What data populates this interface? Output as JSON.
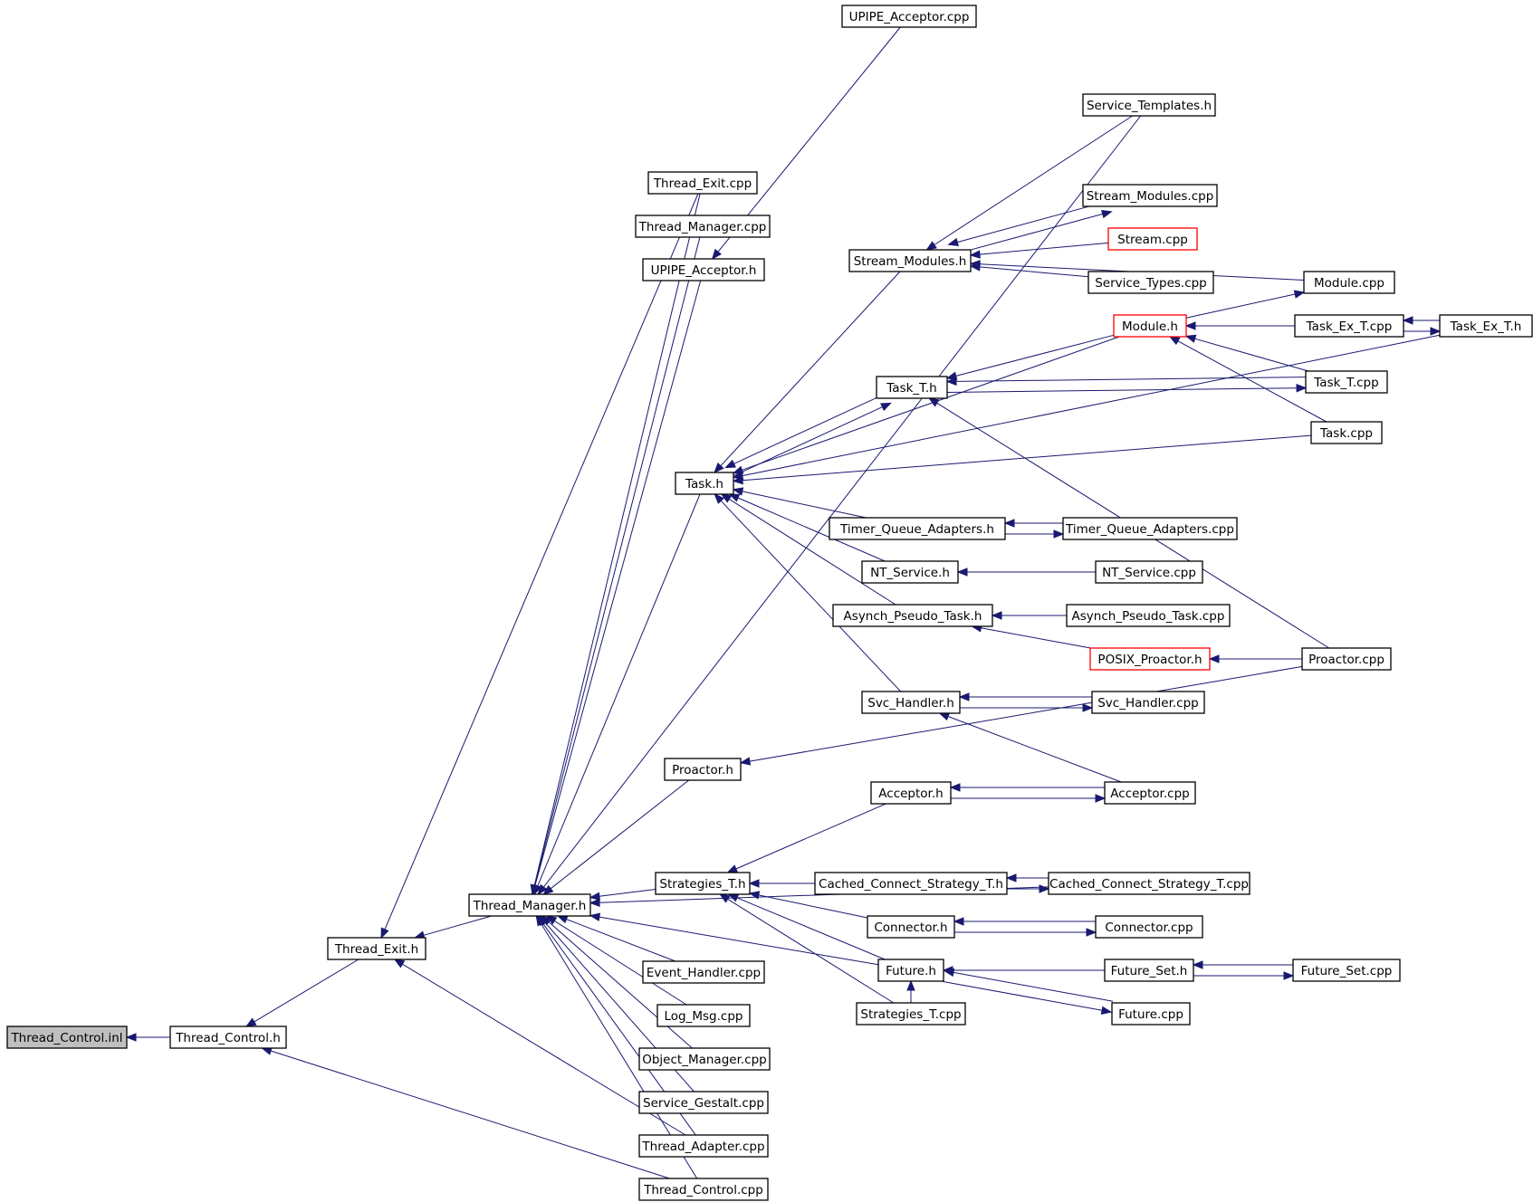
{
  "title": "",
  "nodes": [
    {
      "id": "thread_control_inl",
      "label": "Thread_Control.inl",
      "root": true
    },
    {
      "id": "thread_control_h",
      "label": "Thread_Control.h"
    },
    {
      "id": "thread_exit_h",
      "label": "Thread_Exit.h"
    },
    {
      "id": "thread_manager_h",
      "label": "Thread_Manager.h"
    },
    {
      "id": "thread_exit_cpp",
      "label": "Thread_Exit.cpp"
    },
    {
      "id": "thread_manager_cpp",
      "label": "Thread_Manager.cpp"
    },
    {
      "id": "upipe_acceptor_h",
      "label": "UPIPE_Acceptor.h"
    },
    {
      "id": "upipe_acceptor_cpp",
      "label": "UPIPE_Acceptor.cpp"
    },
    {
      "id": "task_h",
      "label": "Task.h"
    },
    {
      "id": "proactor_h",
      "label": "Proactor.h"
    },
    {
      "id": "strategies_t_h",
      "label": "Strategies_T.h"
    },
    {
      "id": "event_handler_cpp",
      "label": "Event_Handler.cpp"
    },
    {
      "id": "log_msg_cpp",
      "label": "Log_Msg.cpp"
    },
    {
      "id": "object_manager_cpp",
      "label": "Object_Manager.cpp"
    },
    {
      "id": "service_gestalt_cpp",
      "label": "Service_Gestalt.cpp"
    },
    {
      "id": "thread_adapter_cpp",
      "label": "Thread_Adapter.cpp"
    },
    {
      "id": "thread_control_cpp",
      "label": "Thread_Control.cpp"
    },
    {
      "id": "stream_modules_h",
      "label": "Stream_Modules.h"
    },
    {
      "id": "task_t_h",
      "label": "Task_T.h"
    },
    {
      "id": "timer_queue_adapters_h",
      "label": "Timer_Queue_Adapters.h"
    },
    {
      "id": "nt_service_h",
      "label": "NT_Service.h"
    },
    {
      "id": "asynch_pseudo_task_h",
      "label": "Asynch_Pseudo_Task.h"
    },
    {
      "id": "svc_handler_h",
      "label": "Svc_Handler.h"
    },
    {
      "id": "acceptor_h",
      "label": "Acceptor.h"
    },
    {
      "id": "cached_connect_strategy_t_h",
      "label": "Cached_Connect_Strategy_T.h"
    },
    {
      "id": "connector_h",
      "label": "Connector.h"
    },
    {
      "id": "future_h",
      "label": "Future.h"
    },
    {
      "id": "strategies_t_cpp",
      "label": "Strategies_T.cpp"
    },
    {
      "id": "service_templates_h",
      "label": "Service_Templates.h"
    },
    {
      "id": "stream_modules_cpp",
      "label": "Stream_Modules.cpp"
    },
    {
      "id": "stream_cpp",
      "label": "Stream.cpp",
      "truncated": true
    },
    {
      "id": "service_types_cpp",
      "label": "Service_Types.cpp"
    },
    {
      "id": "module_h",
      "label": "Module.h",
      "truncated": true
    },
    {
      "id": "task_t_cpp",
      "label": "Task_T.cpp"
    },
    {
      "id": "task_cpp",
      "label": "Task.cpp"
    },
    {
      "id": "timer_queue_adapters_cpp",
      "label": "Timer_Queue_Adapters.cpp"
    },
    {
      "id": "nt_service_cpp",
      "label": "NT_Service.cpp"
    },
    {
      "id": "asynch_pseudo_task_cpp",
      "label": "Asynch_Pseudo_Task.cpp"
    },
    {
      "id": "posix_proactor_h",
      "label": "POSIX_Proactor.h",
      "truncated": true
    },
    {
      "id": "svc_handler_cpp",
      "label": "Svc_Handler.cpp"
    },
    {
      "id": "acceptor_cpp",
      "label": "Acceptor.cpp"
    },
    {
      "id": "cached_connect_strategy_t_cpp",
      "label": "Cached_Connect_Strategy_T.cpp"
    },
    {
      "id": "connector_cpp",
      "label": "Connector.cpp"
    },
    {
      "id": "future_set_h",
      "label": "Future_Set.h"
    },
    {
      "id": "future_cpp",
      "label": "Future.cpp"
    },
    {
      "id": "module_cpp",
      "label": "Module.cpp"
    },
    {
      "id": "task_ex_t_cpp",
      "label": "Task_Ex_T.cpp"
    },
    {
      "id": "task_ex_t_h",
      "label": "Task_Ex_T.h"
    },
    {
      "id": "proactor_cpp",
      "label": "Proactor.cpp"
    },
    {
      "id": "future_set_cpp",
      "label": "Future_Set.cpp"
    }
  ],
  "edges": [
    {
      "from": "thread_control_h",
      "to": "thread_control_inl"
    },
    {
      "from": "thread_exit_h",
      "to": "thread_control_h"
    },
    {
      "from": "thread_control_cpp",
      "to": "thread_control_h"
    },
    {
      "from": "thread_manager_h",
      "to": "thread_exit_h"
    },
    {
      "from": "thread_exit_cpp",
      "to": "thread_exit_h"
    },
    {
      "from": "thread_adapter_cpp",
      "to": "thread_exit_h"
    },
    {
      "from": "thread_exit_cpp",
      "to": "thread_manager_h"
    },
    {
      "from": "thread_manager_cpp",
      "to": "thread_manager_h"
    },
    {
      "from": "upipe_acceptor_h",
      "to": "thread_manager_h"
    },
    {
      "from": "task_h",
      "to": "thread_manager_h"
    },
    {
      "from": "service_templates_h",
      "to": "thread_manager_h"
    },
    {
      "from": "proactor_h",
      "to": "thread_manager_h"
    },
    {
      "from": "strategies_t_h",
      "to": "thread_manager_h"
    },
    {
      "from": "cached_connect_strategy_t_cpp",
      "to": "thread_manager_h"
    },
    {
      "from": "future_h",
      "to": "thread_manager_h"
    },
    {
      "from": "event_handler_cpp",
      "to": "thread_manager_h"
    },
    {
      "from": "log_msg_cpp",
      "to": "thread_manager_h"
    },
    {
      "from": "object_manager_cpp",
      "to": "thread_manager_h"
    },
    {
      "from": "service_gestalt_cpp",
      "to": "thread_manager_h"
    },
    {
      "from": "thread_adapter_cpp",
      "to": "thread_manager_h"
    },
    {
      "from": "thread_control_cpp",
      "to": "thread_manager_h"
    },
    {
      "from": "upipe_acceptor_cpp",
      "to": "upipe_acceptor_h"
    },
    {
      "from": "stream_modules_h",
      "to": "task_h"
    },
    {
      "from": "task_t_h",
      "to": "task_h"
    },
    {
      "from": "task_ex_t_h",
      "to": "task_h"
    },
    {
      "from": "module_h",
      "to": "task_h"
    },
    {
      "from": "task_cpp",
      "to": "task_h"
    },
    {
      "from": "timer_queue_adapters_h",
      "to": "task_h"
    },
    {
      "from": "nt_service_h",
      "to": "task_h"
    },
    {
      "from": "asynch_pseudo_task_h",
      "to": "task_h"
    },
    {
      "from": "svc_handler_h",
      "to": "task_h"
    },
    {
      "from": "service_templates_h",
      "to": "stream_modules_h"
    },
    {
      "from": "stream_modules_cpp",
      "to": "stream_modules_h"
    },
    {
      "from": "stream_cpp",
      "to": "stream_modules_h"
    },
    {
      "from": "service_types_cpp",
      "to": "stream_modules_h"
    },
    {
      "from": "module_cpp",
      "to": "stream_modules_h"
    },
    {
      "from": "stream_modules_h",
      "to": "stream_modules_cpp"
    },
    {
      "from": "module_h",
      "to": "task_t_h"
    },
    {
      "from": "task_t_cpp",
      "to": "task_t_h"
    },
    {
      "from": "proactor_cpp",
      "to": "task_t_h"
    },
    {
      "from": "task_h",
      "to": "task_t_h"
    },
    {
      "from": "task_t_h",
      "to": "task_t_cpp"
    },
    {
      "from": "task_ex_t_cpp",
      "to": "module_h"
    },
    {
      "from": "task_t_cpp",
      "to": "module_h"
    },
    {
      "from": "task_cpp",
      "to": "module_h"
    },
    {
      "from": "module_h",
      "to": "module_cpp"
    },
    {
      "from": "task_ex_t_h",
      "to": "task_ex_t_cpp"
    },
    {
      "from": "task_ex_t_cpp",
      "to": "task_ex_t_h"
    },
    {
      "from": "timer_queue_adapters_cpp",
      "to": "timer_queue_adapters_h"
    },
    {
      "from": "timer_queue_adapters_h",
      "to": "timer_queue_adapters_cpp"
    },
    {
      "from": "nt_service_cpp",
      "to": "nt_service_h"
    },
    {
      "from": "asynch_pseudo_task_cpp",
      "to": "asynch_pseudo_task_h"
    },
    {
      "from": "posix_proactor_h",
      "to": "asynch_pseudo_task_h"
    },
    {
      "from": "proactor_cpp",
      "to": "posix_proactor_h"
    },
    {
      "from": "svc_handler_cpp",
      "to": "svc_handler_h"
    },
    {
      "from": "acceptor_cpp",
      "to": "svc_handler_h"
    },
    {
      "from": "svc_handler_h",
      "to": "svc_handler_cpp"
    },
    {
      "from": "proactor_cpp",
      "to": "proactor_h"
    },
    {
      "from": "acceptor_h",
      "to": "strategies_t_h"
    },
    {
      "from": "cached_connect_strategy_t_h",
      "to": "strategies_t_h"
    },
    {
      "from": "connector_h",
      "to": "strategies_t_h"
    },
    {
      "from": "future_h",
      "to": "strategies_t_h"
    },
    {
      "from": "strategies_t_cpp",
      "to": "strategies_t_h"
    },
    {
      "from": "acceptor_cpp",
      "to": "acceptor_h"
    },
    {
      "from": "acceptor_h",
      "to": "acceptor_cpp"
    },
    {
      "from": "cached_connect_strategy_t_cpp",
      "to": "cached_connect_strategy_t_h"
    },
    {
      "from": "cached_connect_strategy_t_h",
      "to": "cached_connect_strategy_t_cpp"
    },
    {
      "from": "connector_cpp",
      "to": "connector_h"
    },
    {
      "from": "connector_h",
      "to": "connector_cpp"
    },
    {
      "from": "future_set_h",
      "to": "future_h"
    },
    {
      "from": "future_cpp",
      "to": "future_h"
    },
    {
      "from": "strategies_t_cpp",
      "to": "future_h"
    },
    {
      "from": "future_h",
      "to": "future_cpp"
    },
    {
      "from": "future_set_cpp",
      "to": "future_set_h"
    },
    {
      "from": "future_set_h",
      "to": "future_set_cpp"
    }
  ],
  "colors": {
    "edge": "#191970",
    "node_border": "#000000",
    "root_fill": "#bfbfbf",
    "truncated_border": "#ff0000"
  }
}
